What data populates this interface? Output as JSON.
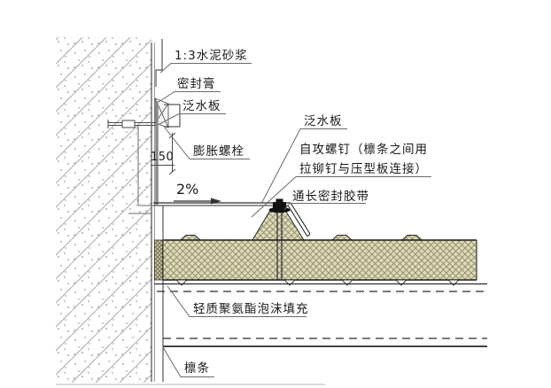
{
  "drawing": {
    "kind": "construction-detail-roof-flashing-at-parapet-wall",
    "annotations": {
      "cement_mortar": "1:3水泥砂浆",
      "sealant": "密封膏",
      "flashing_left": "泛水板",
      "expansion_bolt": "膨胀螺栓",
      "flashing_right": "泛水板",
      "self_tapping_line1": "自攻螺钉（檩条之间用",
      "self_tapping_line2": "拉铆钉与压型板连接）",
      "sealing_tape": "通长密封胶带",
      "foam_fill": "轻质聚氨酯泡沫填充",
      "purlin": "檩条",
      "slope": "2%",
      "dimension_upstand": "150"
    },
    "colors": {
      "line": "#1a1a1a",
      "wall_hatch": "#a8a8a8",
      "panel_fill": "#ddd9ba",
      "panel_hatch": "#8f8b63",
      "foam_fill_color": "#c8c4a2",
      "foam_hatch": "#6f6b49",
      "dimension_text": "#333399",
      "flashing_gray": "#8a8a8a"
    }
  }
}
